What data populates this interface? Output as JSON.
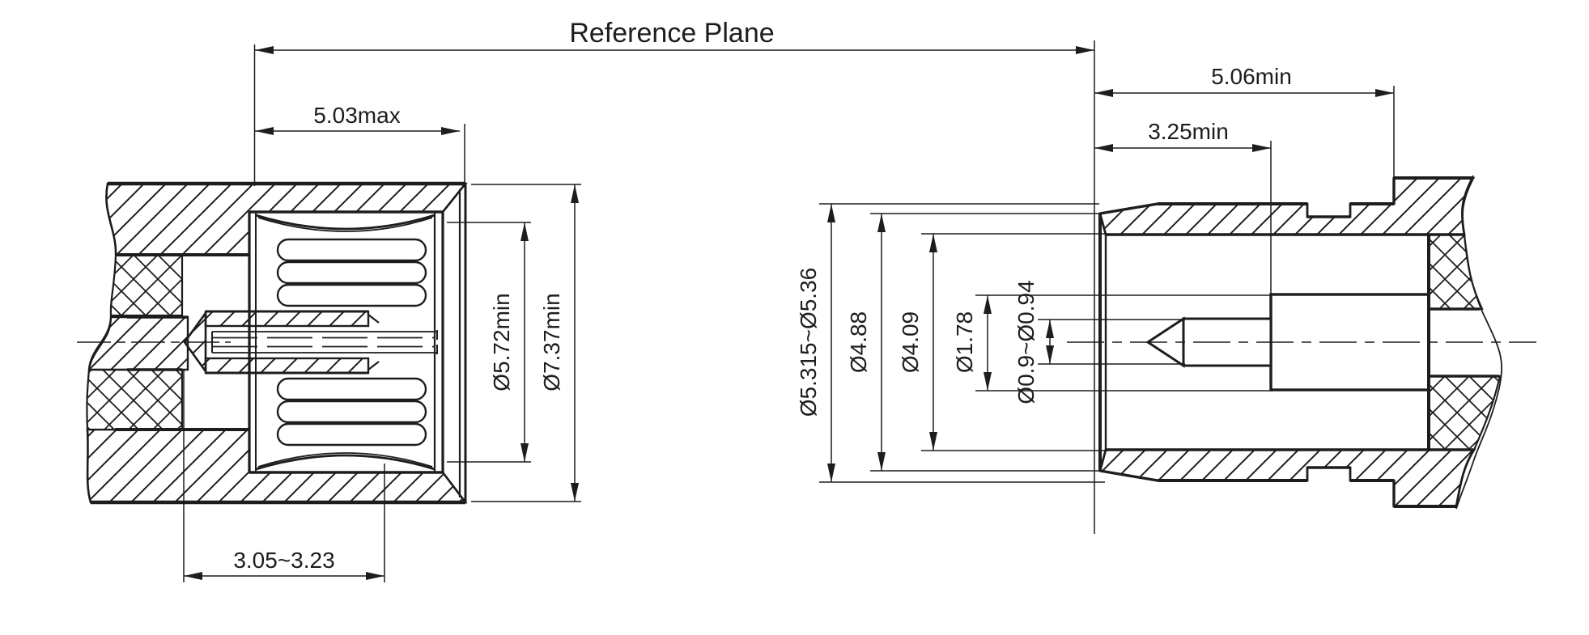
{
  "title": "Reference Plane",
  "colors": {
    "ink": "#1d1d1b",
    "paper": "#ffffff"
  },
  "left_view": {
    "dims": {
      "cage_length": "5.03max",
      "socket_depth": "3.05~3.23",
      "spring_id": "Ø5.72min",
      "shell_od": "Ø7.37min"
    }
  },
  "right_view": {
    "dims": {
      "engagement_length": "5.06min",
      "pin_setback": "3.25min",
      "shell_od": "Ø5.315~Ø5.36",
      "nose_od": "Ø4.88",
      "bore_id": "Ø4.09",
      "contact_od": "Ø1.78",
      "pin_od": "Ø0.9~Ø0.94"
    }
  }
}
